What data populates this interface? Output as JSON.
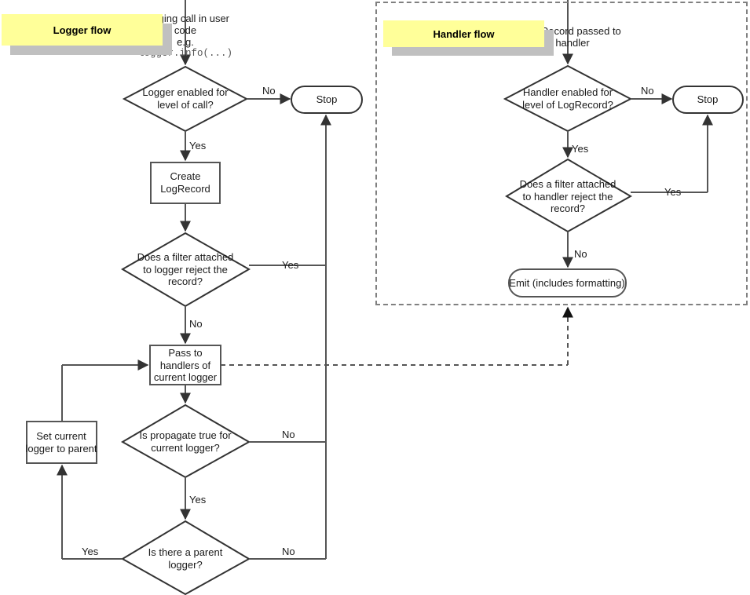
{
  "diagram": {
    "title_logger": "Logger flow",
    "title_handler": "Handler flow",
    "type": "flowchart",
    "accent_title_bg": "#ffff99",
    "shadow_color": "#c0c0c0",
    "line_color": "#555555",
    "text_color": "#1a1a1a"
  },
  "logger_flow": {
    "entry_note_line1": "Logging call in user",
    "entry_note_line2": "code",
    "entry_note_line3": "e.g.",
    "entry_note_code": "logger.info(...)",
    "decision_enabled": "Logger enabled for\nlevel of call?",
    "stop": "Stop",
    "create_logrecord": "Create\nLogRecord",
    "decision_filter": "Does a filter attached\nto logger reject the\nrecord?",
    "pass_to_handlers": "Pass to\nhandlers of\ncurrent logger",
    "decision_propagate": "Is propagate true for\ncurrent logger?",
    "set_parent": "Set current\nlogger to parent",
    "decision_parent": "Is there a parent\nlogger?",
    "edges": {
      "enabled_no": "No",
      "enabled_yes": "Yes",
      "filter_yes": "Yes",
      "filter_no": "No",
      "propagate_no": "No",
      "propagate_yes": "Yes",
      "parent_yes": "Yes",
      "parent_no": "No"
    }
  },
  "handler_flow": {
    "entry_note_line1": "LogRecord passed to",
    "entry_note_line2": "handler",
    "decision_enabled": "Handler enabled for\nlevel of LogRecord?",
    "stop": "Stop",
    "decision_filter": "Does a filter attached\nto handler reject the\nrecord?",
    "emit": "Emit (includes formatting)",
    "edges": {
      "enabled_no": "No",
      "enabled_yes": "Yes",
      "filter_yes": "Yes",
      "filter_no": "No"
    }
  }
}
